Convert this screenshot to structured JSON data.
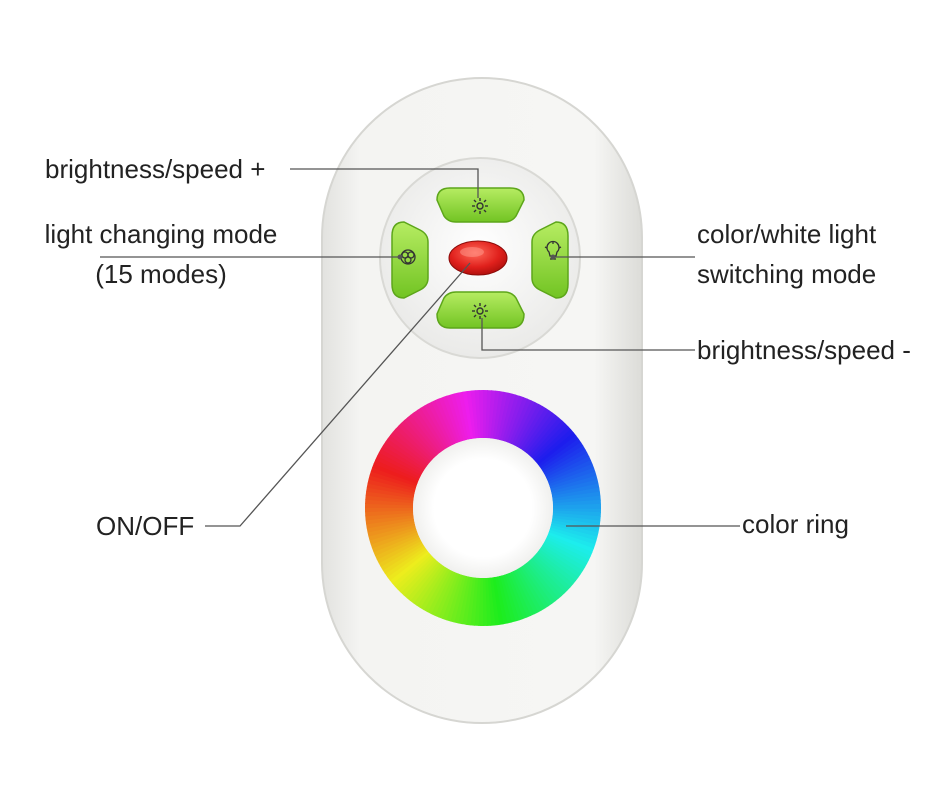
{
  "labels": {
    "brightness_up": "brightness/speed +",
    "light_mode_line1": "light changing mode",
    "light_mode_line2": "(15 modes)",
    "color_white_line1": "color/white light",
    "color_white_line2": "switching mode",
    "brightness_down": "brightness/speed -",
    "on_off": "ON/OFF",
    "color_ring": "color ring"
  },
  "icons": {
    "up_button": "sun-icon",
    "down_button": "sun-icon",
    "left_button": "mode-icon",
    "right_button": "bulb-icon",
    "center_button": "power-button"
  },
  "colors": {
    "button_green": "#8fd63a",
    "power_red": "#e0201c",
    "remote_body": "#f2f2f0",
    "leader_line": "#555555"
  }
}
